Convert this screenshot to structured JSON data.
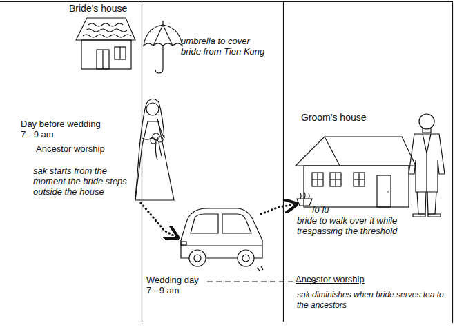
{
  "diagram": {
    "nodes": [
      {
        "text": [
          "Bride's house"
        ]
      },
      {
        "text": [
          "Groom's house"
        ]
      }
    ],
    "labels": [
      "umbrella to cover bride from Tien Kung",
      "Day before wedding 7 - 9 am",
      "Ancestor worship",
      "sak starts from the moment the bride steps outside the house",
      "Wedding day 7 - 9 am",
      "fo lu",
      "bride to walk over it while trespassing the threshold",
      "Ancestor worship",
      "sak diminishes when bride serves tea to the ancestors"
    ]
  }
}
